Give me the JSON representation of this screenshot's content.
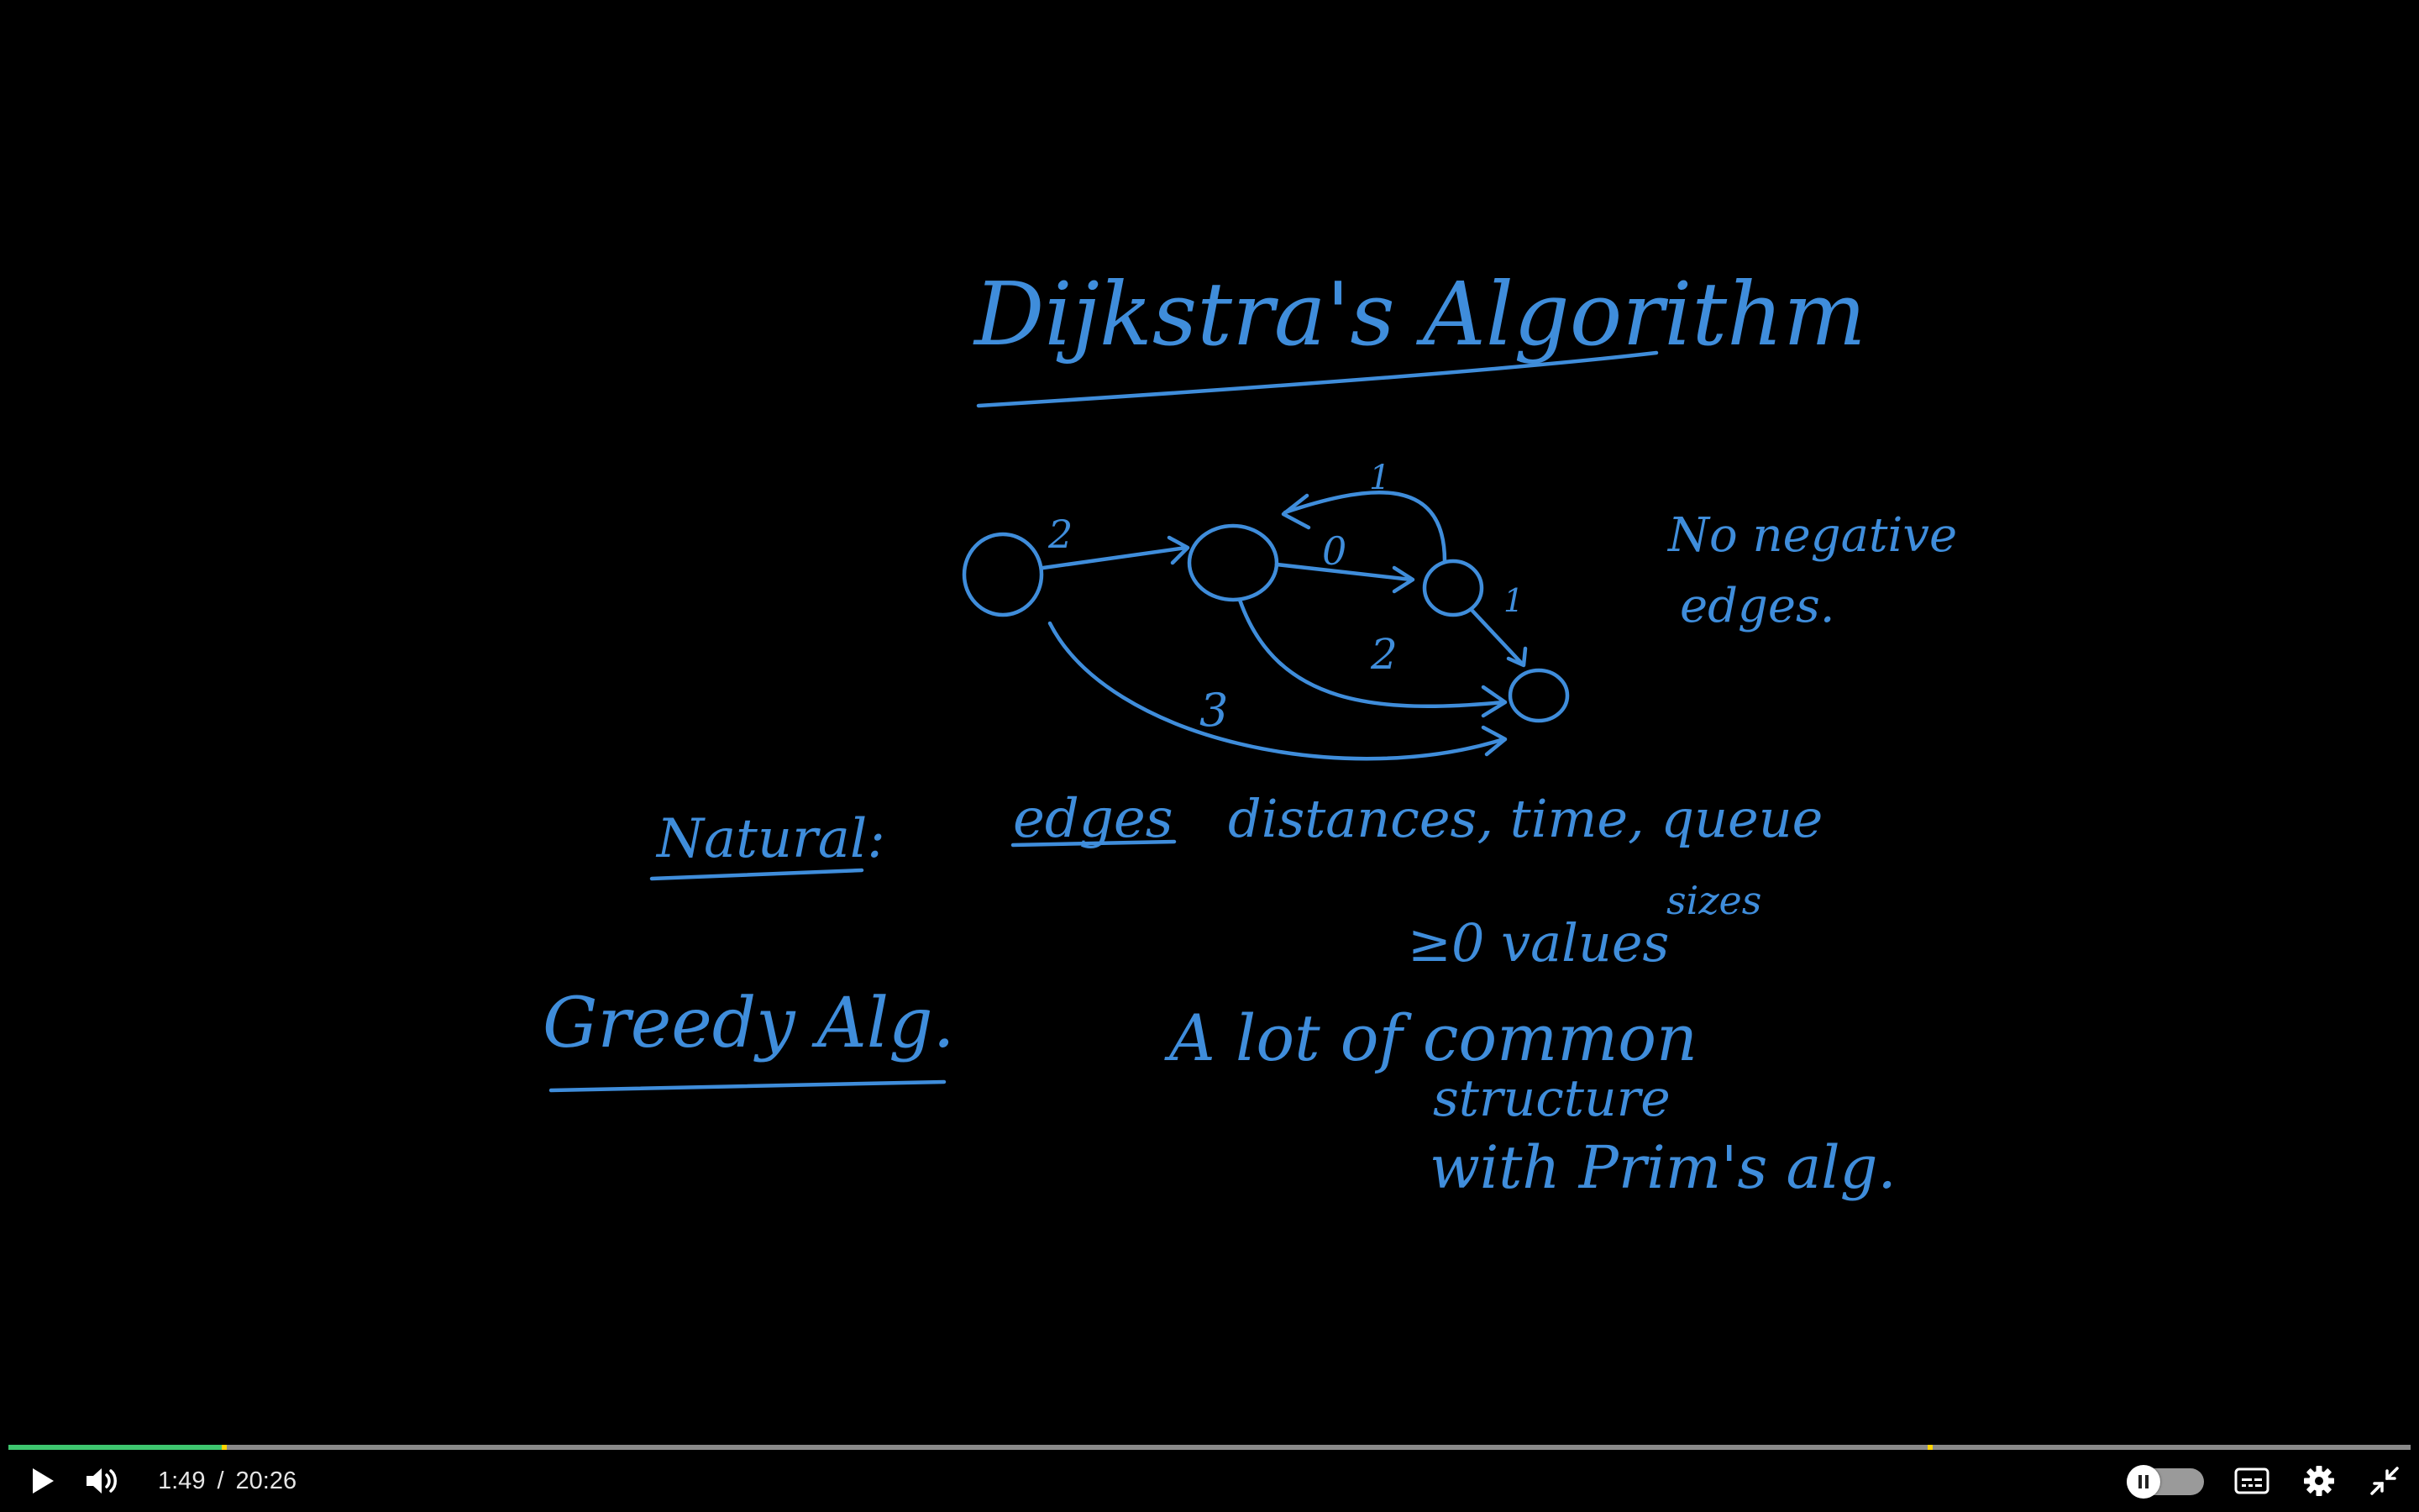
{
  "board": {
    "title": "Dijkstra's Algorithm",
    "graph_edge_weights": [
      "2",
      "0",
      "1",
      "1",
      "2",
      "3"
    ],
    "side_note_line1": "No negative",
    "side_note_line2": "edges.",
    "natural_label": "Natural:",
    "natural_edges": "edges",
    "natural_list": "distances, time, queue",
    "natural_sizes": "sizes",
    "natural_values": "≥0 values",
    "greedy_label": "Greedy Alg.",
    "common_line1": "A lot of common",
    "common_line2": "structure",
    "common_line3": "with Prim's alg."
  },
  "player": {
    "current_time": "1:49",
    "separator": "/",
    "duration": "20:26",
    "progress_fraction": 0.0897,
    "chapter_marker_fractions": [
      0.0897,
      0.8
    ],
    "colors": {
      "progress": "#3ec66f",
      "marker": "#ffd400",
      "ink": "#3f8ddb"
    },
    "icons": [
      "play-icon",
      "volume-icon",
      "pause-icon",
      "captions-icon",
      "gear-icon",
      "exit-fullscreen-icon"
    ]
  }
}
